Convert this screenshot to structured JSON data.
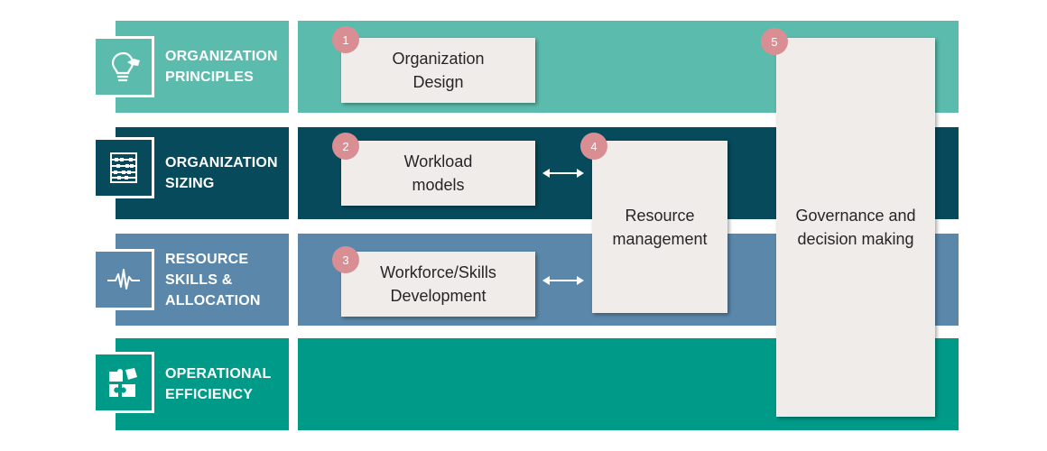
{
  "rows": [
    {
      "label": "ORGANIZATION\nPRINCIPLES",
      "icon": "lightbulb-icon",
      "color": "#5bbcad"
    },
    {
      "label": "ORGANIZATION\nSIZING",
      "icon": "abacus-icon",
      "color": "#074a5c"
    },
    {
      "label": "RESOURCE\nSKILLS &\nALLOCATION",
      "icon": "heartbeat-icon",
      "color": "#5b88aa"
    },
    {
      "label": "OPERATIONAL\nEFFICIENCY",
      "icon": "puzzle-icon",
      "color": "#009a88"
    }
  ],
  "boxes": [
    {
      "number": "1",
      "text": "Organization\nDesign"
    },
    {
      "number": "2",
      "text": "Workload\nmodels"
    },
    {
      "number": "3",
      "text": "Workforce/Skills\nDevelopment"
    },
    {
      "number": "4",
      "text": "Resource\nmanagement"
    },
    {
      "number": "5",
      "text": "Governance and\ndecision making"
    }
  ],
  "colors": {
    "box_fill": "#efecea",
    "badge": "#d98e93"
  }
}
